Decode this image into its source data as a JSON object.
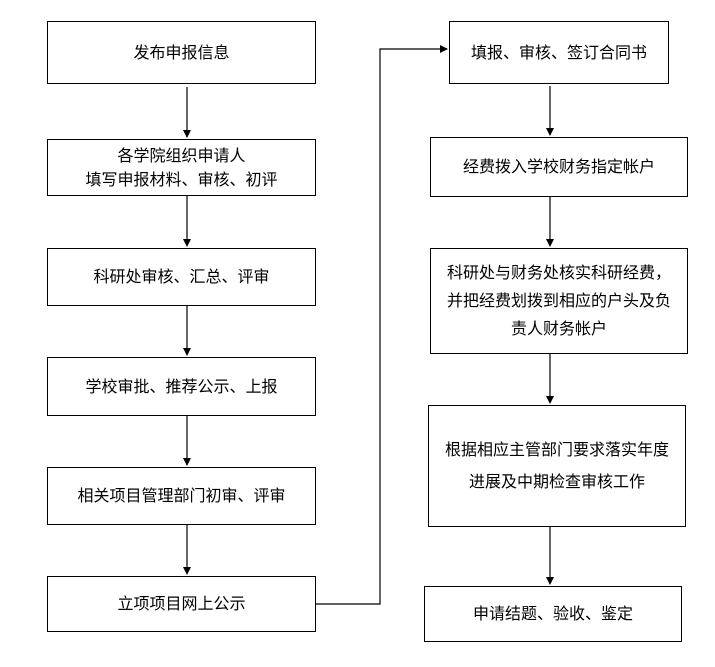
{
  "left_column": [
    {
      "id": "publish",
      "text": "发布申报信息"
    },
    {
      "id": "college",
      "text": "各学院组织申请人\n填写申报材料、审核、初评"
    },
    {
      "id": "research-office",
      "text": "科研处审核、汇总、评审"
    },
    {
      "id": "school",
      "text": "学校审批、推荐公示、上报"
    },
    {
      "id": "department",
      "text": "相关项目管理部门初审、评审"
    },
    {
      "id": "announce",
      "text": "立项项目网上公示"
    }
  ],
  "right_column": [
    {
      "id": "contract",
      "text": "填报、审核、签订合同书"
    },
    {
      "id": "funding",
      "text": "经费拨入学校财务指定帐户"
    },
    {
      "id": "verify",
      "text": "科研处与财务处核实科研经费，并把经费划拨到相应的户头及负责人财务帐户"
    },
    {
      "id": "implement",
      "text": "根据相应主管部门要求落实年度进展及中期检查审核工作"
    },
    {
      "id": "finish",
      "text": "申请结题、验收、鉴定"
    }
  ]
}
